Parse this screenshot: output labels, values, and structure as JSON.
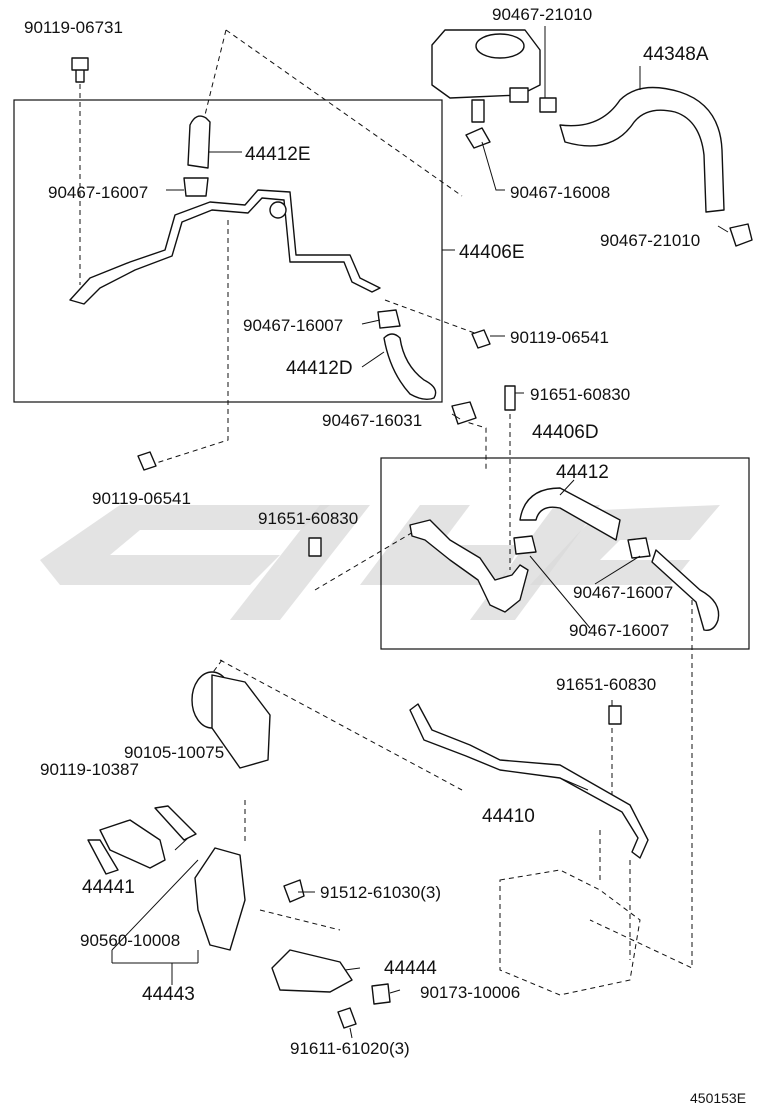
{
  "watermark": {
    "color": "#d0d0d0"
  },
  "labels": {
    "p1": "90119-06731",
    "p2": "90467-21010",
    "p3": "44348A",
    "p4": "44412E",
    "p5": "90467-16007",
    "p6": "90467-16008",
    "p7": "90467-21010",
    "p8": "44406E",
    "p9": "90467-16007",
    "p10": "90119-06541",
    "p11": "44412D",
    "p12": "91651-60830",
    "p13": "90467-16031",
    "p14": "44406D",
    "p15": "44412",
    "p16": "91651-60830",
    "p17": "90467-16007",
    "p18": "90467-16007",
    "p19": "90119-06541",
    "p20": "91651-60830",
    "p21": "90105-10075",
    "p22": "90119-10387",
    "p23": "44410",
    "p24": "44441",
    "p25": "91512-61030(3)",
    "p26": "90560-10008",
    "p27": "44443",
    "p28": "44444",
    "p29": "90173-10006",
    "p30": "91611-61020(3)",
    "figure_code": "450153E"
  }
}
